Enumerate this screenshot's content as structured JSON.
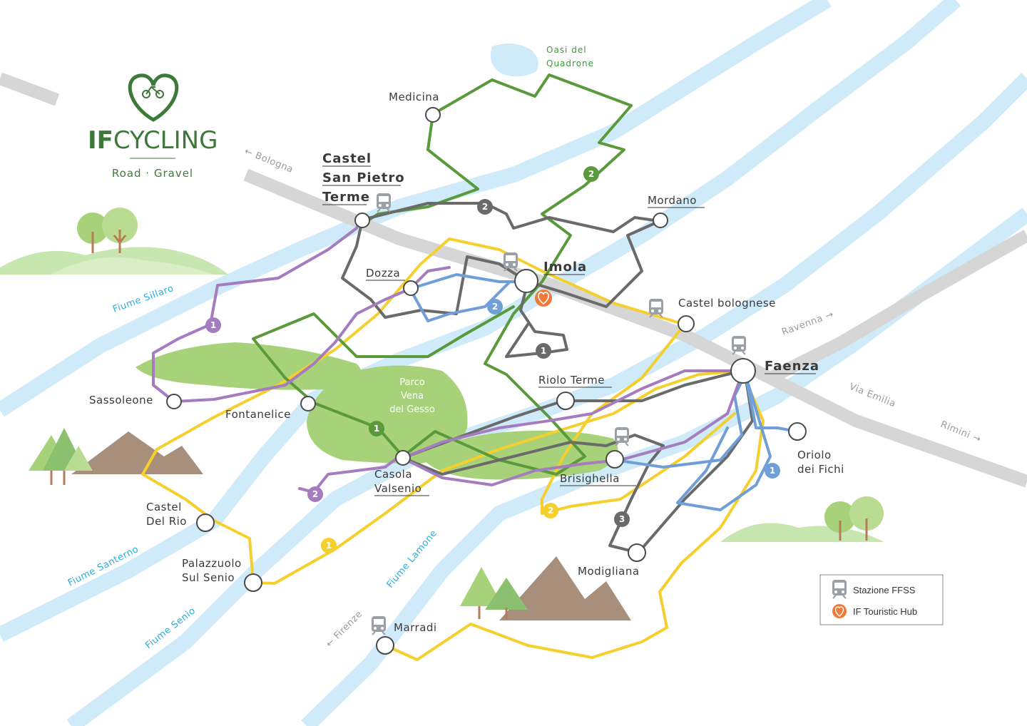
{
  "brand": {
    "name_bold": "IF",
    "name_rest": "CYCLING",
    "subtitle": "Road · Gravel"
  },
  "colors": {
    "river": "#cfeaf8",
    "road": "#d6d6d6",
    "green_area": "#a8d27a",
    "route_green": "#5a9a3c",
    "route_grey": "#6a6a6a",
    "route_blue": "#6f9fd6",
    "route_purple": "#a57cc0",
    "route_yellow": "#f5cf2e",
    "hub_orange": "#f07a3a"
  },
  "towns": {
    "medicina": "Medicina",
    "castel_sp_1": "Castel",
    "castel_sp_2": "San Pietro",
    "castel_sp_3": "Terme",
    "mordano": "Mordano",
    "dozza": "Dozza",
    "imola": "Imola",
    "castel_bolognese": "Castel bolognese",
    "faenza": "Faenza",
    "sassoleone": "Sassoleone",
    "fontanelice": "Fontanelice",
    "riolo_terme": "Riolo Terme",
    "casola_1": "Casola",
    "casola_2": "Valsenio",
    "brisighella": "Brisighella",
    "oriolo_1": "Oriolo",
    "oriolo_2": "dei Fichi",
    "castel_rio_1": "Castel",
    "castel_rio_2": "Del Rio",
    "palazzuolo_1": "Palazzuolo",
    "palazzuolo_2": "Sul Senio",
    "modigliana": "Modigliana",
    "marradi": "Marradi"
  },
  "areas": {
    "oasi_1": "Oasi del",
    "oasi_2": "Quadrone",
    "parco_1": "Parco",
    "parco_2": "Vena",
    "parco_3": "del Gesso"
  },
  "rivers": {
    "sillaro": "Fiume Sillaro",
    "santerno": "Fiume Santerno",
    "senio": "Fiume Senio",
    "lamone": "Fiume Lamone"
  },
  "roads": {
    "bologna": "← Bologna",
    "ravenna": "Ravenna →",
    "via_emilia": "Via Emilia",
    "rimini": "Rimini →",
    "firenze": "← Firenze"
  },
  "route_badges": {
    "purple_1": "1",
    "purple_2": "2",
    "green_1": "1",
    "green_2": "2",
    "grey_1": "1",
    "grey_2": "2",
    "grey_3": "3",
    "blue_1": "1",
    "blue_2": "2",
    "yellow_1": "1",
    "yellow_2": "2"
  },
  "legend": {
    "station": "Stazione FFSS",
    "hub": "IF Touristic Hub",
    "station_icon": "train-icon",
    "hub_icon": "heart-hub-icon"
  }
}
